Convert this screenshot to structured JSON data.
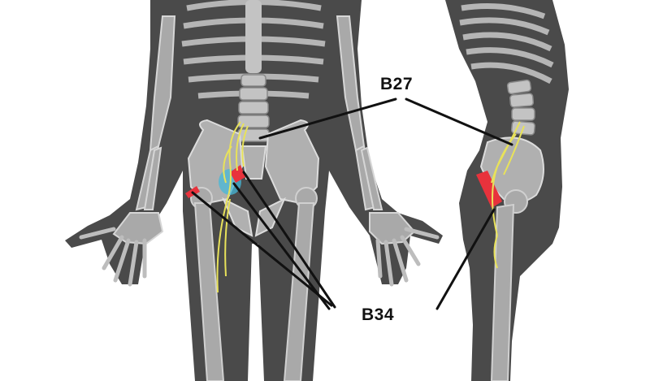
{
  "labels": {
    "b27": "B27",
    "b34": "B34"
  },
  "colors": {
    "body": "#4a4a4a",
    "bone": "#a9a9a9",
    "bone_light": "#c3c3c3",
    "bone_outline": "#e2e2e2",
    "nerve": "#e8e25a",
    "muscle_red": "#e8323c",
    "muscle_blue": "#45b8d8",
    "leader_line": "#111111"
  },
  "icons": [
    "skeleton-front-figure",
    "skeleton-side-figure"
  ]
}
